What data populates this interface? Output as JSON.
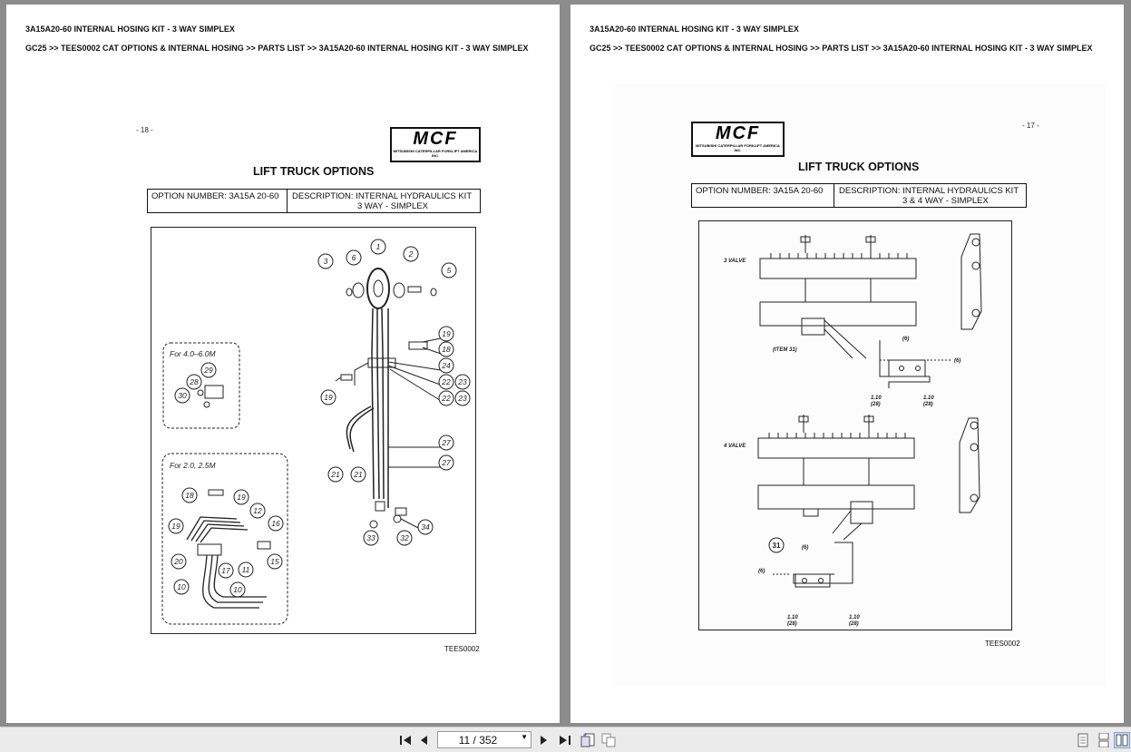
{
  "left_page": {
    "header_title": "3A15A20-60 INTERNAL HOSING KIT - 3 WAY SIMPLEX",
    "breadcrumb": "GC25 >> TEES0002 CAT OPTIONS & INTERNAL HOSING >> PARTS LIST >> 3A15A20-60 INTERNAL HOSING KIT - 3 WAY SIMPLEX",
    "page_number": "- 18 -",
    "logo_text": "MCF",
    "logo_subtext": "MITSUBISHI CATERPILLAR FORKLIFT AMERICA INC.",
    "doc_title": "LIFT TRUCK OPTIONS",
    "option_number": "OPTION NUMBER:  3A15A 20-60",
    "description_line1": "DESCRIPTION:  INTERNAL HYDRAULICS KIT",
    "description_line2": "3 WAY - SIMPLEX",
    "inset1_label": "For 4.0–6.0M",
    "inset2_label": "For 2.0, 2.5M",
    "callouts_main": [
      "1",
      "2",
      "3",
      "5",
      "6",
      "19",
      "18",
      "24",
      "22",
      "23",
      "19",
      "22",
      "23",
      "27",
      "27",
      "21",
      "21",
      "34",
      "33",
      "32"
    ],
    "callouts_inset1": [
      "29",
      "28",
      "30"
    ],
    "callouts_inset2": [
      "18",
      "19",
      "12",
      "16",
      "19",
      "20",
      "17",
      "11",
      "15",
      "10",
      "10"
    ],
    "figure_code": "TEES0002"
  },
  "right_page": {
    "header_title": "3A15A20-60 INTERNAL HOSING KIT - 3 WAY SIMPLEX",
    "breadcrumb": "GC25 >> TEES0002 CAT OPTIONS & INTERNAL HOSING >> PARTS LIST >> 3A15A20-60 INTERNAL HOSING KIT - 3 WAY SIMPLEX",
    "page_number": "- 17 -",
    "logo_text": "MCF",
    "logo_subtext": "MITSUBISHI CATERPILLAR FORKLIFT AMERICA INC.",
    "doc_title": "LIFT TRUCK OPTIONS",
    "option_number": "OPTION NUMBER:  3A15A 20-60",
    "description_line1": "DESCRIPTION:  INTERNAL HYDRAULICS KIT",
    "description_line2": "3 & 4  WAY - SIMPLEX",
    "label_3valve": "3 VALVE",
    "label_4valve": "4 VALVE",
    "label_item31": "(ITEM 31)",
    "callout_31": "31",
    "dim_6": "(6)",
    "dim_110": "1.10",
    "dim_28": "(28)",
    "figure_code": "TEES0002"
  },
  "toolbar": {
    "page_indicator": "11 / 352",
    "icons": [
      "first-page-icon",
      "prev-page-icon",
      "next-page-icon",
      "last-page-icon",
      "rotate-icon",
      "copy-icon",
      "single-page-view-icon",
      "continuous-view-icon",
      "two-page-view-icon"
    ]
  }
}
